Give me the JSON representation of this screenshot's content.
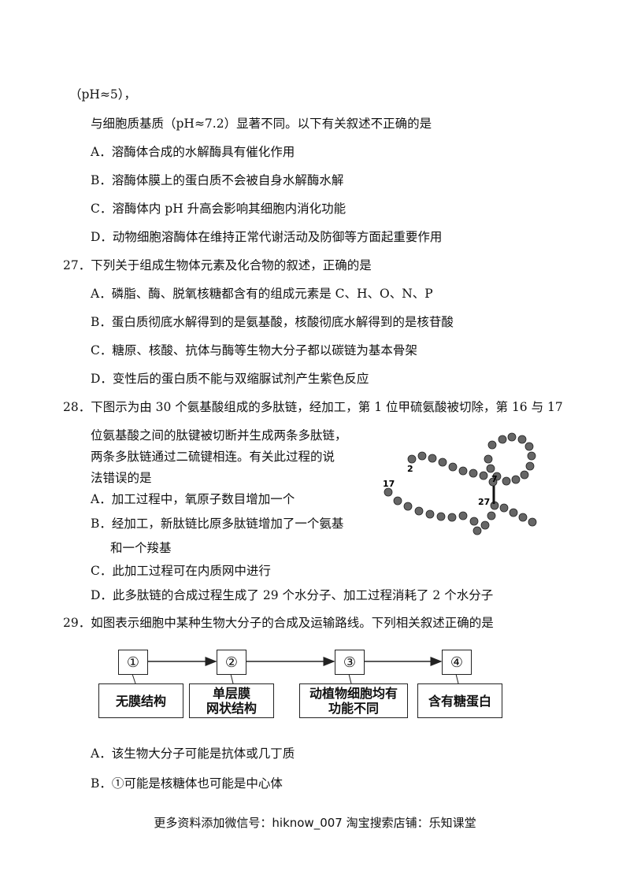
{
  "lines": {
    "l0": "（pH≈5），",
    "l1": "与细胞质基质（pH≈7.2）显著不同。以下有关叙述不正确的是",
    "l2": "A．溶酶体合成的水解酶具有催化作用",
    "l3": "B．溶酶体膜上的蛋白质不会被自身水解酶水解",
    "l4": "C．溶酶体内 pH 升高会影响其细胞内消化功能",
    "l5": "D．动物细胞溶酶体在维持正常代谢活动及防御等方面起重要作用",
    "q27": "27．下列关于组成生物体元素及化合物的叙述，正确的是",
    "q27a": "A．磷脂、酶、脱氧核糖都含有的组成元素是 C、H、O、N、P",
    "q27b": "B．蛋白质彻底水解得到的是氨基酸，核酸彻底水解得到的是核苷酸",
    "q27c": "C．糖原、核酸、抗体与酶等生物大分子都以碳链为基本骨架",
    "q27d": "D．变性后的蛋白质不能与双缩脲试剂产生紫色反应",
    "q28_1": "28．下图示为由 30 个氨基酸组成的多肽链，经加工，第 1 位甲硫氨酸被切除，第 16 与 17",
    "q28_2": "位氨基酸之间的肽键被切断并生成两条多肽链，",
    "q28_3": "两条多肽链通过二硫键相连。有关此过程的说",
    "q28_4": "法错误的是",
    "q28a": "A．加工过程中，氧原子数目增加一个",
    "q28b1": "B．经加工，新肽链比原多肽链增加了一个氨基",
    "q28b2": "和一个羧基",
    "q28c": "C．此加工过程可在内质网中进行",
    "q28d": "D．此多肽链的合成过程生成了 29 个水分子、加工过程消耗了 2 个水分子",
    "q29": "29．如图表示细胞中某种生物大分子的合成及运输路线。下列相关叙述正确的是",
    "q29a": "A．该生物大分子可能是抗体或几丁质",
    "q29b": "B．①可能是核糖体也可能是中心体"
  },
  "peptide_labels": {
    "n2": "2",
    "n7": "7",
    "n17": "17",
    "n27": "27"
  },
  "flow": {
    "nums": [
      "①",
      "②",
      "③",
      "④"
    ],
    "labels": [
      "无膜结构",
      "单层膜\n网状结构",
      "动植物细胞均有\n功能不同",
      "含有糖蛋白"
    ]
  },
  "footer": "更多资料添加微信号：hiknow_007  淘宝搜索店铺：乐知课堂"
}
